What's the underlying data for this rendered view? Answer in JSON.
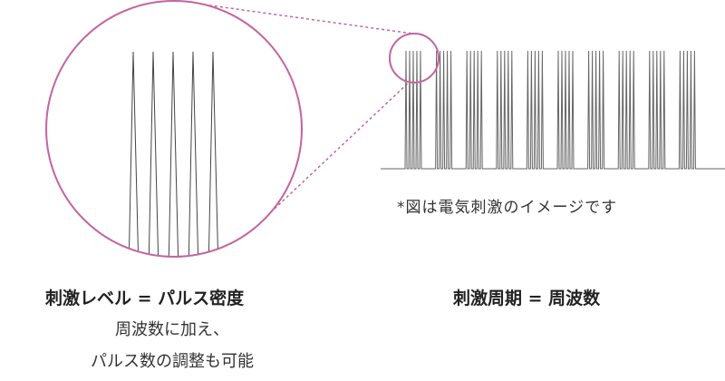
{
  "colors": {
    "accent": "#c3649f",
    "trace": "#555555"
  },
  "waveform": {
    "bursts": 10,
    "pulses_per_burst": 5,
    "zoom_pulses": 5
  },
  "note": "*図は電気刺激のイメージです",
  "left": {
    "heading": "刺激レベル = パルス密度",
    "line1": "周波数に加え、",
    "line2": "パルス数の調整も可能"
  },
  "right": {
    "heading": "刺激周期 = 周波数"
  }
}
